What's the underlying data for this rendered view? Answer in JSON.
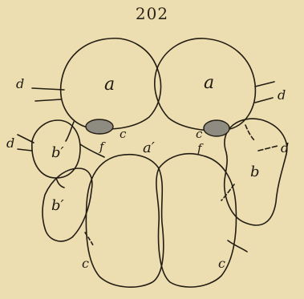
{
  "figure": {
    "number": "202",
    "labels": {
      "a_left": "a",
      "a_right": "a",
      "a_prime": "a′",
      "b": "b",
      "b_prime_upper": "b′",
      "b_prime_lower": "b′",
      "c_left_small": "c",
      "c_right_small": "c",
      "c_bottom_left": "c",
      "c_bottom_right": "c",
      "d_top_left": "d",
      "d_mid_left": "d",
      "d_top_right": "d",
      "d_mid_right": "d",
      "f_left": "f",
      "f_right": "f"
    }
  }
}
